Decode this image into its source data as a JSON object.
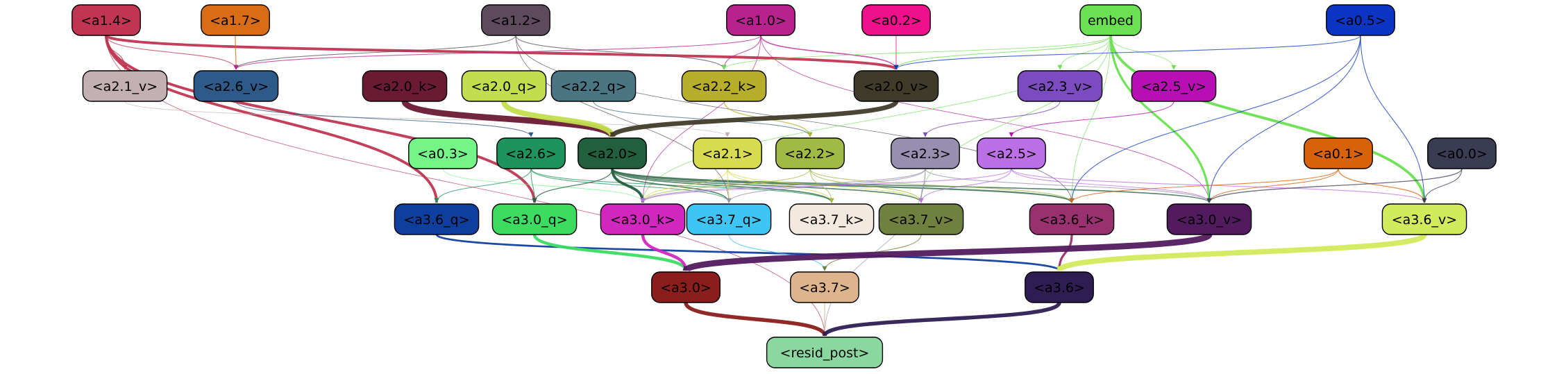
{
  "nodes": [
    {
      "id": "a1_4",
      "label": "<a1.4>",
      "fill": "#c03551",
      "text": "#000000"
    },
    {
      "id": "a1_7",
      "label": "<a1.7>",
      "fill": "#d96d17",
      "text": "#000000"
    },
    {
      "id": "a1_2",
      "label": "<a1.2>",
      "fill": "#5d4b5d",
      "text": "#000000"
    },
    {
      "id": "a1_0",
      "label": "<a1.0>",
      "fill": "#b8228f",
      "text": "#000000"
    },
    {
      "id": "a0_2",
      "label": "<a0.2>",
      "fill": "#ef118c",
      "text": "#000000"
    },
    {
      "id": "embed",
      "label": "embed",
      "fill": "#6be052",
      "text": "#000000"
    },
    {
      "id": "a0_5",
      "label": "<a0.5>",
      "fill": "#0c35c4",
      "text": "#000000"
    },
    {
      "id": "a2_1_v",
      "label": "<a2.1_v>",
      "fill": "#c4b0b2",
      "text": "#000000"
    },
    {
      "id": "a2_6_v",
      "label": "<a2.6_v>",
      "fill": "#2e5a89",
      "text": "#000000"
    },
    {
      "id": "a2_0_k",
      "label": "<a2.0_k>",
      "fill": "#6a1a33",
      "text": "#000000"
    },
    {
      "id": "a2_0_q",
      "label": "<a2.0_q>",
      "fill": "#c2dd4e",
      "text": "#000000"
    },
    {
      "id": "a2_2_q",
      "label": "<a2.2_q>",
      "fill": "#4a7582",
      "text": "#000000"
    },
    {
      "id": "a2_2_k",
      "label": "<a2.2_k>",
      "fill": "#b7ae2b",
      "text": "#000000"
    },
    {
      "id": "a2_0_v",
      "label": "<a2.0_v>",
      "fill": "#403b29",
      "text": "#000000"
    },
    {
      "id": "a2_3_v",
      "label": "<a2.3_v>",
      "fill": "#7b4bbf",
      "text": "#000000"
    },
    {
      "id": "a2_5_v",
      "label": "<a2.5_v>",
      "fill": "#b90eb5",
      "text": "#000000"
    },
    {
      "id": "a0_3",
      "label": "<a0.3>",
      "fill": "#75f487",
      "text": "#000000"
    },
    {
      "id": "a2_6",
      "label": "<a2.6>",
      "fill": "#1f935c",
      "text": "#000000"
    },
    {
      "id": "a2_0",
      "label": "<a2.0>",
      "fill": "#225f3e",
      "text": "#000000"
    },
    {
      "id": "a2_1",
      "label": "<a2.1>",
      "fill": "#d8da50",
      "text": "#000000"
    },
    {
      "id": "a2_2",
      "label": "<a2.2>",
      "fill": "#a1ba46",
      "text": "#000000"
    },
    {
      "id": "a2_3",
      "label": "<a2.3>",
      "fill": "#988fb0",
      "text": "#000000"
    },
    {
      "id": "a2_5",
      "label": "<a2.5>",
      "fill": "#bc6fe6",
      "text": "#000000"
    },
    {
      "id": "a0_1",
      "label": "<a0.1>",
      "fill": "#d8620a",
      "text": "#000000"
    },
    {
      "id": "a0_0",
      "label": "<a0.0>",
      "fill": "#3a3c53",
      "text": "#000000"
    },
    {
      "id": "a3_6_q",
      "label": "<a3.6_q>",
      "fill": "#0f3f9e",
      "text": "#000000"
    },
    {
      "id": "a3_0_q",
      "label": "<a3.0_q>",
      "fill": "#3bdc60",
      "text": "#000000"
    },
    {
      "id": "a3_0_k",
      "label": "<a3.0_k>",
      "fill": "#d227bf",
      "text": "#000000"
    },
    {
      "id": "a3_7_q",
      "label": "<a3.7_q>",
      "fill": "#3ec5f3",
      "text": "#000000"
    },
    {
      "id": "a3_7_k",
      "label": "<a3.7_k>",
      "fill": "#f3e9df",
      "text": "#000000"
    },
    {
      "id": "a3_7_v",
      "label": "<a3.7_v>",
      "fill": "#6f803f",
      "text": "#000000"
    },
    {
      "id": "a3_6_k",
      "label": "<a3.6_k>",
      "fill": "#993171",
      "text": "#000000"
    },
    {
      "id": "a3_0_v",
      "label": "<a3.0_v>",
      "fill": "#521b5f",
      "text": "#000000"
    },
    {
      "id": "a3_6_v",
      "label": "<a3.6_v>",
      "fill": "#d1eb5c",
      "text": "#000000"
    },
    {
      "id": "a3_0",
      "label": "<a3.0>",
      "fill": "#8c1d1d",
      "text": "#000000"
    },
    {
      "id": "a3_7",
      "label": "<a3.7>",
      "fill": "#ddb48c",
      "text": "#000000"
    },
    {
      "id": "a3_6",
      "label": "<a3.6>",
      "fill": "#2e1d53",
      "text": "#000000"
    },
    {
      "id": "resid_post",
      "label": "<resid_post>",
      "fill": "#8ad7a0",
      "text": "#000000"
    }
  ],
  "edges": [
    {
      "from": "a1_4",
      "to": "a2_0_v",
      "color": "#c03551",
      "weight": 3.5
    },
    {
      "from": "a1_4",
      "to": "a2_1_v",
      "color": "#c03551",
      "weight": 1.2
    },
    {
      "from": "a1_4",
      "to": "a2_6_v",
      "color": "#c03551",
      "weight": 1.0
    },
    {
      "from": "a1_4",
      "to": "a3_6_q",
      "color": "#c03551",
      "weight": 3.5
    },
    {
      "from": "a1_4",
      "to": "a3_0_q",
      "color": "#c03551",
      "weight": 3.5
    },
    {
      "from": "a1_4",
      "to": "resid_post",
      "color": "#c03551",
      "weight": 0.8
    },
    {
      "from": "a1_7",
      "to": "a2_6_v",
      "color": "#d96d17",
      "weight": 1.2
    },
    {
      "from": "a1_2",
      "to": "a2_6_v",
      "color": "#5d4b5d",
      "weight": 1.0
    },
    {
      "from": "a1_2",
      "to": "a2_2_k",
      "color": "#5d4b5d",
      "weight": 1.0
    },
    {
      "from": "a1_2",
      "to": "a3_7_q",
      "color": "#5d4b5d",
      "weight": 0.8
    },
    {
      "from": "a1_2",
      "to": "a3_6_k",
      "color": "#5d4b5d",
      "weight": 0.8
    },
    {
      "from": "a1_0",
      "to": "a2_6_v",
      "color": "#b8228f",
      "weight": 1.0
    },
    {
      "from": "a1_0",
      "to": "a2_2_k",
      "color": "#b8228f",
      "weight": 1.0
    },
    {
      "from": "a1_0",
      "to": "a2_0_v",
      "color": "#b8228f",
      "weight": 1.5
    },
    {
      "from": "a1_0",
      "to": "a3_0_k",
      "color": "#b8228f",
      "weight": 0.8
    },
    {
      "from": "a1_0",
      "to": "a3_0_v",
      "color": "#b8228f",
      "weight": 0.8
    },
    {
      "from": "a0_2",
      "to": "a2_0_v",
      "color": "#ef118c",
      "weight": 1.0
    },
    {
      "from": "embed",
      "to": "a2_2_k",
      "color": "#6be052",
      "weight": 0.8
    },
    {
      "from": "embed",
      "to": "a2_0_v",
      "color": "#6be052",
      "weight": 1.0
    },
    {
      "from": "embed",
      "to": "a2_3_v",
      "color": "#6be052",
      "weight": 0.8
    },
    {
      "from": "embed",
      "to": "a2_5_v",
      "color": "#6be052",
      "weight": 0.8
    },
    {
      "from": "embed",
      "to": "a3_0_v",
      "color": "#6be052",
      "weight": 3.0
    },
    {
      "from": "embed",
      "to": "a3_6_v",
      "color": "#6be052",
      "weight": 3.5
    },
    {
      "from": "embed",
      "to": "a3_7_v",
      "color": "#6be052",
      "weight": 0.8
    },
    {
      "from": "embed",
      "to": "a3_6_k",
      "color": "#6be052",
      "weight": 0.8
    },
    {
      "from": "embed",
      "to": "a3_0_k",
      "color": "#6be052",
      "weight": 0.8
    },
    {
      "from": "a0_5",
      "to": "a2_0_v",
      "color": "#0c35c4",
      "weight": 1.0
    },
    {
      "from": "a0_5",
      "to": "a3_6_k",
      "color": "#0c35c4",
      "weight": 1.0
    },
    {
      "from": "a0_5",
      "to": "a3_0_v",
      "color": "#0c35c4",
      "weight": 1.0
    },
    {
      "from": "a0_5",
      "to": "a3_6_v",
      "color": "#0c35c4",
      "weight": 1.0
    },
    {
      "from": "a2_1_v",
      "to": "a2_1",
      "color": "#c4b0b2",
      "weight": 0.8
    },
    {
      "from": "a2_6_v",
      "to": "a2_6",
      "color": "#2e5a89",
      "weight": 1.0
    },
    {
      "from": "a2_0_k",
      "to": "a2_0",
      "color": "#6a1a33",
      "weight": 8.0
    },
    {
      "from": "a2_0_q",
      "to": "a2_0",
      "color": "#c2dd4e",
      "weight": 7.0
    },
    {
      "from": "a2_2_q",
      "to": "a2_2",
      "color": "#4a7582",
      "weight": 1.0
    },
    {
      "from": "a2_2_k",
      "to": "a2_2",
      "color": "#b7ae2b",
      "weight": 1.2
    },
    {
      "from": "a2_0_v",
      "to": "a2_0",
      "color": "#403b29",
      "weight": 6.0
    },
    {
      "from": "a2_3_v",
      "to": "a2_3",
      "color": "#7b4bbf",
      "weight": 1.0
    },
    {
      "from": "a2_5_v",
      "to": "a2_5",
      "color": "#b90eb5",
      "weight": 1.0
    },
    {
      "from": "a0_3",
      "to": "a3_0_k",
      "color": "#75f487",
      "weight": 0.8
    },
    {
      "from": "a2_6",
      "to": "a3_6_q",
      "color": "#1f935c",
      "weight": 1.0
    },
    {
      "from": "a2_6",
      "to": "a3_0_q",
      "color": "#1f935c",
      "weight": 1.0
    },
    {
      "from": "a2_6",
      "to": "a3_7_q",
      "color": "#1f935c",
      "weight": 1.0
    },
    {
      "from": "a2_6",
      "to": "a3_7_k",
      "color": "#1f935c",
      "weight": 1.0
    },
    {
      "from": "a2_0",
      "to": "a3_0_q",
      "color": "#225f3e",
      "weight": 1.2
    },
    {
      "from": "a2_0",
      "to": "a3_0_k",
      "color": "#225f3e",
      "weight": 3.5
    },
    {
      "from": "a2_0",
      "to": "a3_7_q",
      "color": "#225f3e",
      "weight": 1.5
    },
    {
      "from": "a2_0",
      "to": "a3_7_k",
      "color": "#225f3e",
      "weight": 1.5
    },
    {
      "from": "a2_0",
      "to": "a3_7_v",
      "color": "#225f3e",
      "weight": 1.5
    },
    {
      "from": "a2_0",
      "to": "a3_6_k",
      "color": "#225f3e",
      "weight": 2.0
    },
    {
      "from": "a2_0",
      "to": "a3_0_v",
      "color": "#225f3e",
      "weight": 1.5
    },
    {
      "from": "a2_1",
      "to": "a3_0_k",
      "color": "#d8da50",
      "weight": 1.0
    },
    {
      "from": "a2_1",
      "to": "a3_7_q",
      "color": "#d8da50",
      "weight": 1.0
    },
    {
      "from": "a2_1",
      "to": "a3_7_k",
      "color": "#d8da50",
      "weight": 1.0
    },
    {
      "from": "a2_1",
      "to": "a3_7_v",
      "color": "#d8da50",
      "weight": 1.0
    },
    {
      "from": "a2_2",
      "to": "a3_0_k",
      "color": "#a1ba46",
      "weight": 1.0
    },
    {
      "from": "a2_2",
      "to": "a3_7_k",
      "color": "#a1ba46",
      "weight": 1.0
    },
    {
      "from": "a2_2",
      "to": "a3_7_v",
      "color": "#a1ba46",
      "weight": 1.0
    },
    {
      "from": "a2_2",
      "to": "a3_6_k",
      "color": "#a1ba46",
      "weight": 1.0
    },
    {
      "from": "a2_3",
      "to": "a3_0_k",
      "color": "#988fb0",
      "weight": 1.0
    },
    {
      "from": "a2_3",
      "to": "a3_7_q",
      "color": "#988fb0",
      "weight": 1.0
    },
    {
      "from": "a2_3",
      "to": "a3_7_v",
      "color": "#988fb0",
      "weight": 1.0
    },
    {
      "from": "a2_3",
      "to": "a3_0_v",
      "color": "#988fb0",
      "weight": 1.0
    },
    {
      "from": "a2_3",
      "to": "resid_post",
      "color": "#988fb0",
      "weight": 0.8
    },
    {
      "from": "a2_5",
      "to": "a3_0_k",
      "color": "#bc6fe6",
      "weight": 1.0
    },
    {
      "from": "a2_5",
      "to": "a3_7_v",
      "color": "#bc6fe6",
      "weight": 1.0
    },
    {
      "from": "a2_5",
      "to": "a3_0_v",
      "color": "#bc6fe6",
      "weight": 1.0
    },
    {
      "from": "a2_5",
      "to": "a3_6_v",
      "color": "#bc6fe6",
      "weight": 1.0
    },
    {
      "from": "a0_1",
      "to": "a3_6_k",
      "color": "#d8620a",
      "weight": 1.0
    },
    {
      "from": "a0_1",
      "to": "a3_0_v",
      "color": "#d8620a",
      "weight": 1.0
    },
    {
      "from": "a0_1",
      "to": "a3_6_v",
      "color": "#d8620a",
      "weight": 1.2
    },
    {
      "from": "a0_0",
      "to": "a3_0_v",
      "color": "#3a3c53",
      "weight": 1.2
    },
    {
      "from": "a0_0",
      "to": "a3_6_v",
      "color": "#3a3c53",
      "weight": 1.0
    },
    {
      "from": "a3_6_q",
      "to": "a3_6",
      "color": "#0f3f9e",
      "weight": 2.5
    },
    {
      "from": "a3_0_q",
      "to": "a3_0",
      "color": "#3bdc60",
      "weight": 4.0
    },
    {
      "from": "a3_0_k",
      "to": "a3_0",
      "color": "#d227bf",
      "weight": 4.0
    },
    {
      "from": "a3_7_q",
      "to": "a3_7",
      "color": "#3ec5f3",
      "weight": 1.0
    },
    {
      "from": "a3_7_v",
      "to": "a3_7",
      "color": "#6f803f",
      "weight": 1.0
    },
    {
      "from": "a3_6_k",
      "to": "a3_6",
      "color": "#993171",
      "weight": 3.0
    },
    {
      "from": "a3_0_v",
      "to": "a3_0",
      "color": "#521b5f",
      "weight": 8.0
    },
    {
      "from": "a3_6_v",
      "to": "a3_6",
      "color": "#d1eb5c",
      "weight": 7.0
    },
    {
      "from": "a3_0",
      "to": "resid_post",
      "color": "#8c1d1d",
      "weight": 5.0
    },
    {
      "from": "a3_7",
      "to": "resid_post",
      "color": "#ddb48c",
      "weight": 1.2
    },
    {
      "from": "a3_6",
      "to": "resid_post",
      "color": "#2e1d53",
      "weight": 5.0
    }
  ]
}
